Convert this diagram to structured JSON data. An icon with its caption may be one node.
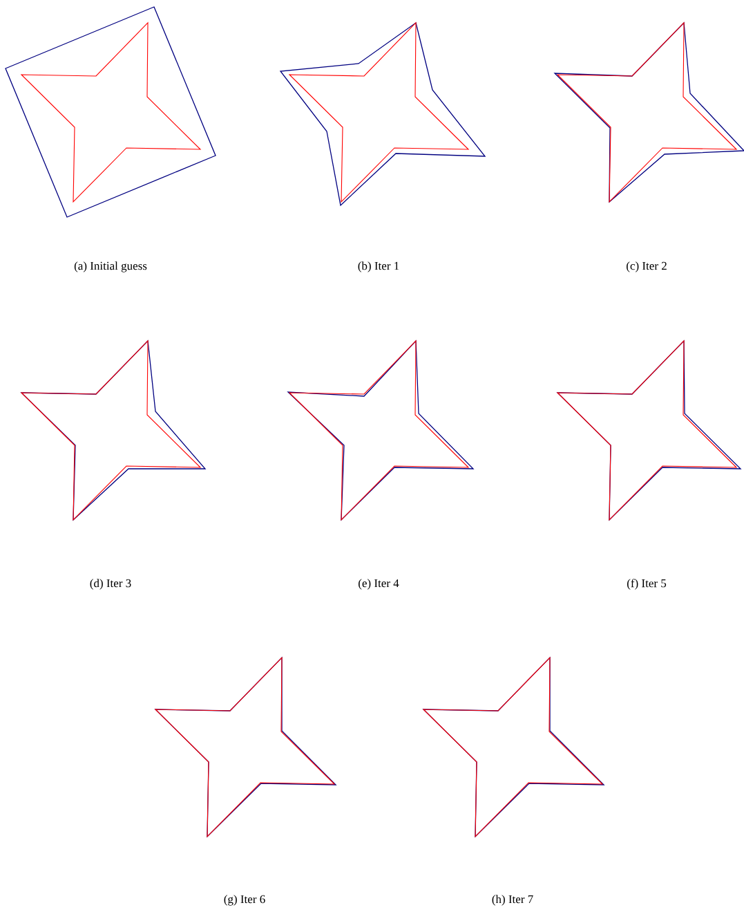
{
  "diagram": {
    "labels": [
      "(a) Initial guess",
      "(b) Iter 1",
      "(c) Iter 2",
      "(d) Iter 3",
      "(e) Iter 4",
      "(f) Iter 5",
      "(g) Iter 6",
      "(h) Iter 7"
    ]
  }
}
